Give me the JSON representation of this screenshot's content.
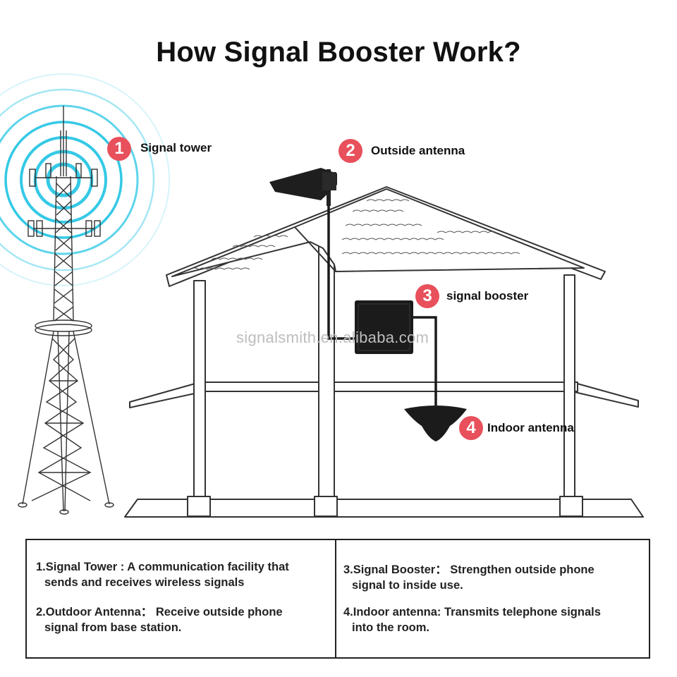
{
  "title": "How Signal Booster Work?",
  "accent_color": "#e8505b",
  "wave_color": "#35c9e6",
  "watermark": "signalsmith.en.alibaba.com",
  "callouts": [
    {
      "number": "1",
      "label": "Signal tower"
    },
    {
      "number": "2",
      "label": "Outside antenna"
    },
    {
      "number": "3",
      "label": "signal booster"
    },
    {
      "number": "4",
      "label": "Indoor antenna"
    }
  ],
  "legend": {
    "left": [
      {
        "head": "1.Signal Tower : A communication facility that",
        "cont": "sends and receives wireless signals"
      },
      {
        "head": "2.Outdoor Antenna： Receive outside phone",
        "cont": "signal from base station."
      }
    ],
    "right": [
      {
        "head": "3.Signal Booster： Strengthen outside phone",
        "cont": "signal to inside use."
      },
      {
        "head": "4.Indoor antenna: Transmits telephone signals",
        "cont": "into the room."
      }
    ]
  }
}
